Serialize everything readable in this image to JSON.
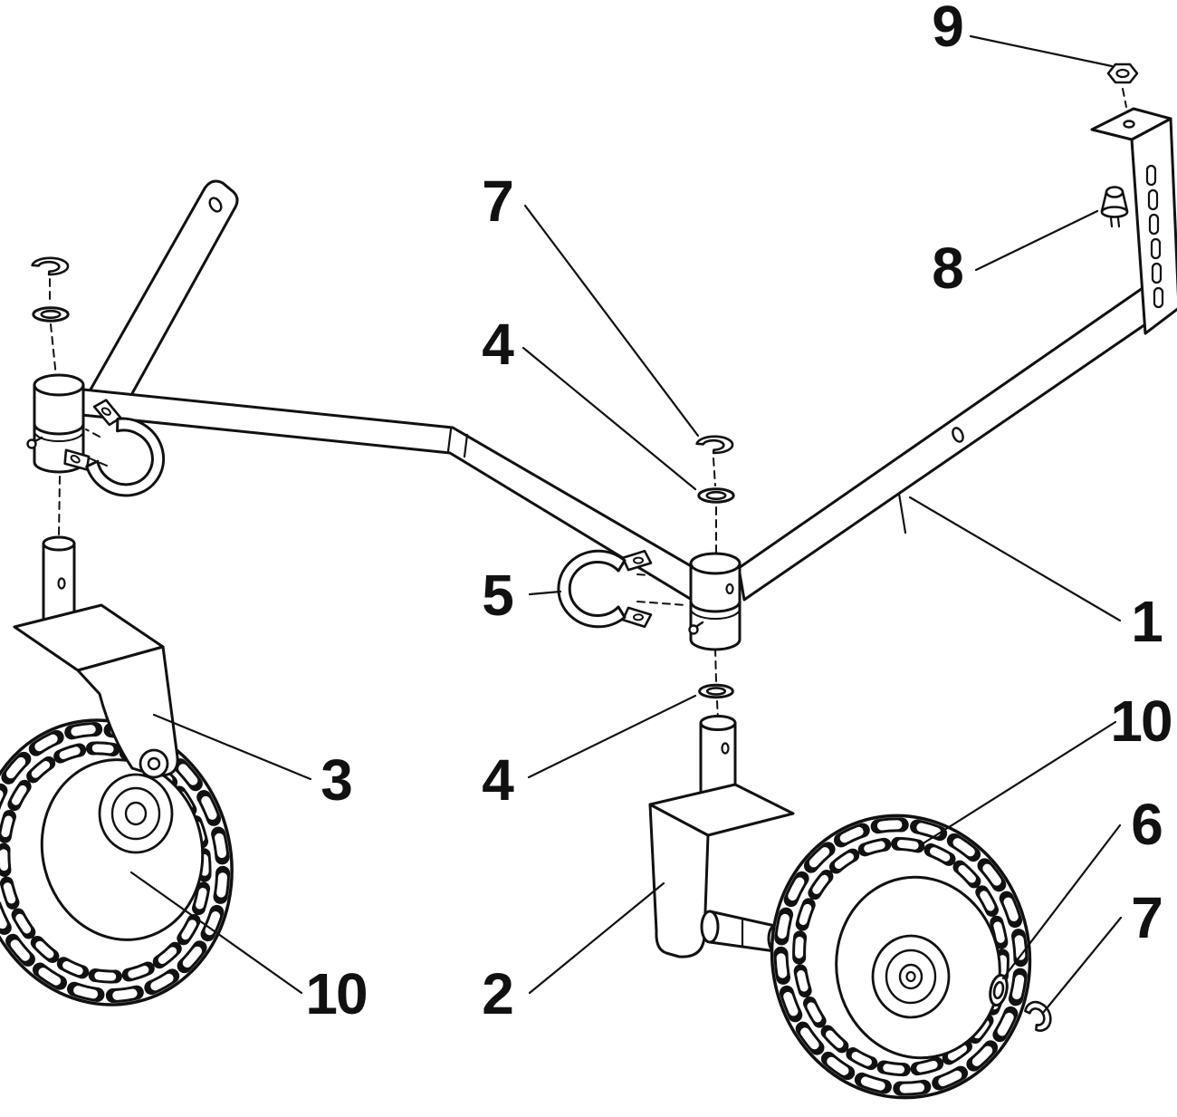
{
  "diagram": {
    "type": "exploded-parts-diagram",
    "background_color": "#ffffff",
    "ink_color": "#111111",
    "callouts": [
      {
        "id": "9",
        "label": "9",
        "part": "hex-nut"
      },
      {
        "id": "7-upper",
        "label": "7",
        "part": "e-clip-retaining-ring"
      },
      {
        "id": "4-upper",
        "label": "4",
        "part": "flat-washer"
      },
      {
        "id": "8",
        "label": "8",
        "part": "rubber-bumper"
      },
      {
        "id": "5",
        "label": "5",
        "part": "u-clamp"
      },
      {
        "id": "3",
        "label": "3",
        "part": "left-caster-fork"
      },
      {
        "id": "4-lower",
        "label": "4",
        "part": "flat-washer"
      },
      {
        "id": "1",
        "label": "1",
        "part": "frame-crossbar"
      },
      {
        "id": "10-right",
        "label": "10",
        "part": "wheel"
      },
      {
        "id": "6",
        "label": "6",
        "part": "axle-washer"
      },
      {
        "id": "7-lower",
        "label": "7",
        "part": "e-clip-retaining-ring"
      },
      {
        "id": "10-left",
        "label": "10",
        "part": "wheel"
      },
      {
        "id": "2",
        "label": "2",
        "part": "right-caster-fork"
      }
    ]
  }
}
